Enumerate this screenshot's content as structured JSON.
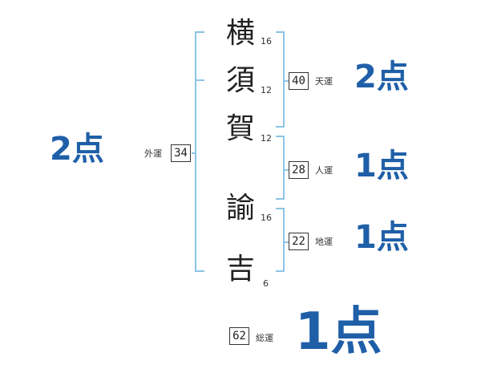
{
  "name_characters": [
    {
      "char": "横",
      "strokes": "16"
    },
    {
      "char": "須",
      "strokes": "12"
    },
    {
      "char": "賀",
      "strokes": "12"
    },
    {
      "char": "諭",
      "strokes": "16"
    },
    {
      "char": "吉",
      "strokes": "6"
    }
  ],
  "fortunes": {
    "heaven": {
      "value": "40",
      "label": "天運",
      "score": "2点"
    },
    "person": {
      "value": "28",
      "label": "人運",
      "score": "1点"
    },
    "earth": {
      "value": "22",
      "label": "地運",
      "score": "1点"
    },
    "outer": {
      "value": "34",
      "label": "外運",
      "score": "2点"
    },
    "total": {
      "value": "62",
      "label": "総運",
      "score": "1点"
    }
  },
  "colors": {
    "bracket": "#8cc4e6",
    "score": "#1f5fa8",
    "text": "#222222"
  }
}
